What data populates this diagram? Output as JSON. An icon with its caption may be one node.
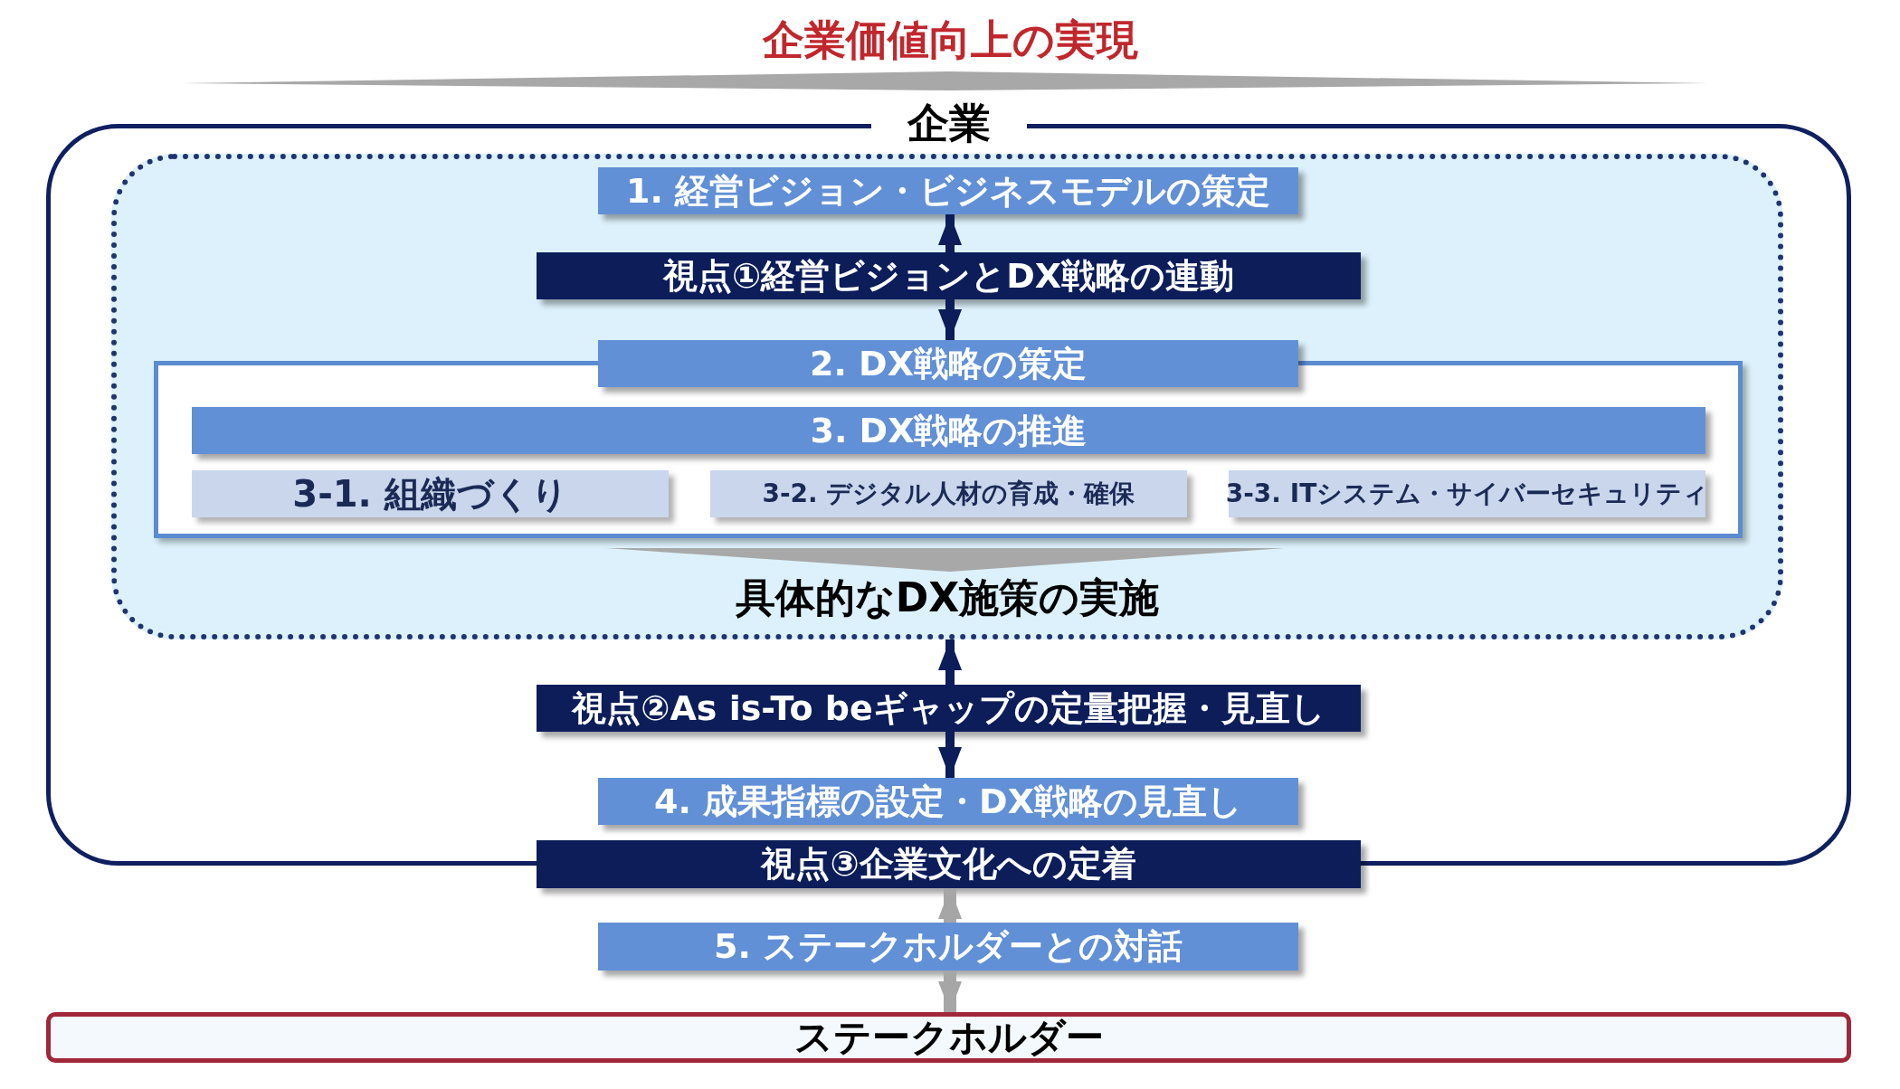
{
  "diagram": {
    "title": "企業価値向上の実現",
    "nodes": [
      {
        "text": [
          "企業"
        ]
      },
      {
        "text": [
          "具体的なDX施策の実施"
        ],
        "in": 0
      },
      {
        "text": [
          "1. 経営ビジョン・ビジネスモデルの策定"
        ],
        "in": 1
      },
      {
        "text": [
          "視点①経営ビジョンとDX戦略の連動"
        ],
        "in": 1
      },
      {
        "text": [
          "2. DX戦略の策定"
        ],
        "in": 1
      },
      {
        "text": [],
        "shape": "box",
        "in": 1
      },
      {
        "text": [
          "3. DX戦略の推進"
        ],
        "in": 5
      },
      {
        "text": [
          "3-1. 組織づくり"
        ],
        "in": 5
      },
      {
        "text": [
          "3-2. デジタル人材の育成・確保"
        ],
        "in": 5
      },
      {
        "text": [
          "3-3. ITシステム・サイバーセキュリティ"
        ],
        "in": 5
      },
      {
        "text": [
          "視点②As is-To beギャップの定量把握・見直し"
        ],
        "in": 0
      },
      {
        "text": [
          "4. 成果指標の設定・DX戦略の見直し"
        ],
        "in": 0
      },
      {
        "text": [
          "視点③企業文化への定着"
        ]
      },
      {
        "text": [
          "5. ステークホルダーとの対話"
        ]
      },
      {
        "text": [
          "ステークホルダー"
        ]
      }
    ],
    "edges": [
      {
        "from": 3,
        "to": 2,
        "arrow": "to"
      },
      {
        "from": 3,
        "to": 4,
        "arrow": "to"
      },
      {
        "from": 10,
        "to": 1,
        "arrow": "to"
      },
      {
        "from": 10,
        "to": 11,
        "arrow": "to"
      },
      {
        "from": 13,
        "to": 12,
        "arrow": "to",
        "color": "#a6a6a6"
      },
      {
        "from": 13,
        "to": 14,
        "arrow": "to",
        "color": "#a6a6a6"
      }
    ]
  }
}
